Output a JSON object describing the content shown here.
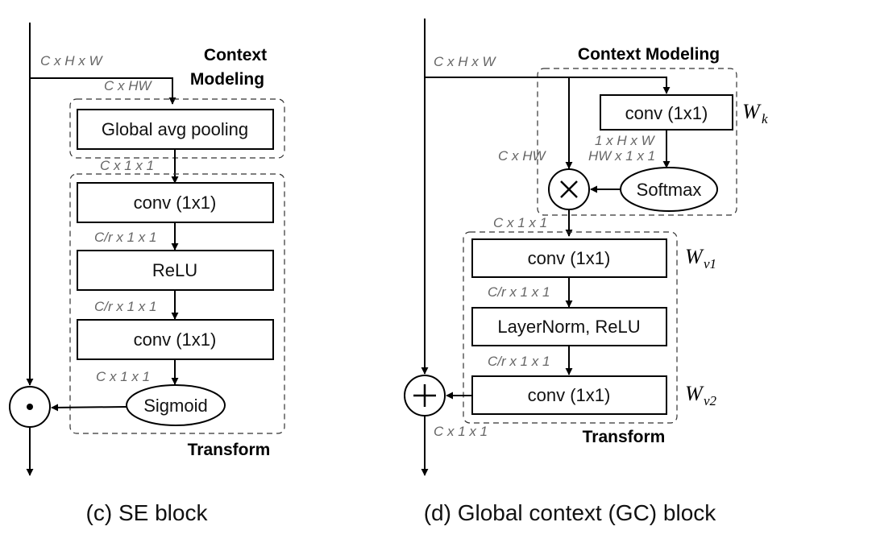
{
  "se_block": {
    "caption": "(c) SE block",
    "input_dim": "C x H x W",
    "reshape_dim": "C x HW",
    "pooled_dim": "C x 1 x 1",
    "reduced_dim_1": "C/r x 1 x 1",
    "reduced_dim_2": "C/r x 1 x 1",
    "output_dim": "C x 1 x 1",
    "context_label_line1": "Context",
    "context_label_line2": "Modeling",
    "transform_label": "Transform",
    "pool_box": "Global avg pooling",
    "conv1_box": "conv (1x1)",
    "relu_box": "ReLU",
    "conv2_box": "conv (1x1)",
    "sigmoid_node": "Sigmoid",
    "fusion_op": "⊙"
  },
  "gc_block": {
    "caption": "(d) Global context (GC) block",
    "input_dim": "C x H x W",
    "context_label": "Context Modeling",
    "transform_label": "Transform",
    "conv_k_box": "conv (1x1)",
    "wk_symbol": "W",
    "wk_sub": "k",
    "attn_dim": "1 x H x W",
    "attn_reshape_dim": "HW x 1 x 1",
    "feat_reshape_dim": "C x HW",
    "softmax_node": "Softmax",
    "matmul_op": "⊗",
    "context_dim": "C x 1 x 1",
    "conv_v1_box": "conv (1x1)",
    "wv1_symbol": "W",
    "wv1_sub": "v1",
    "reduced_dim_1": "C/r x 1 x 1",
    "norm_box": "LayerNorm, ReLU",
    "reduced_dim_2": "C/r x 1 x 1",
    "conv_v2_box": "conv (1x1)",
    "wv2_symbol": "W",
    "wv2_sub": "v2",
    "output_dim": "C x 1 x 1",
    "fusion_op": "+"
  }
}
